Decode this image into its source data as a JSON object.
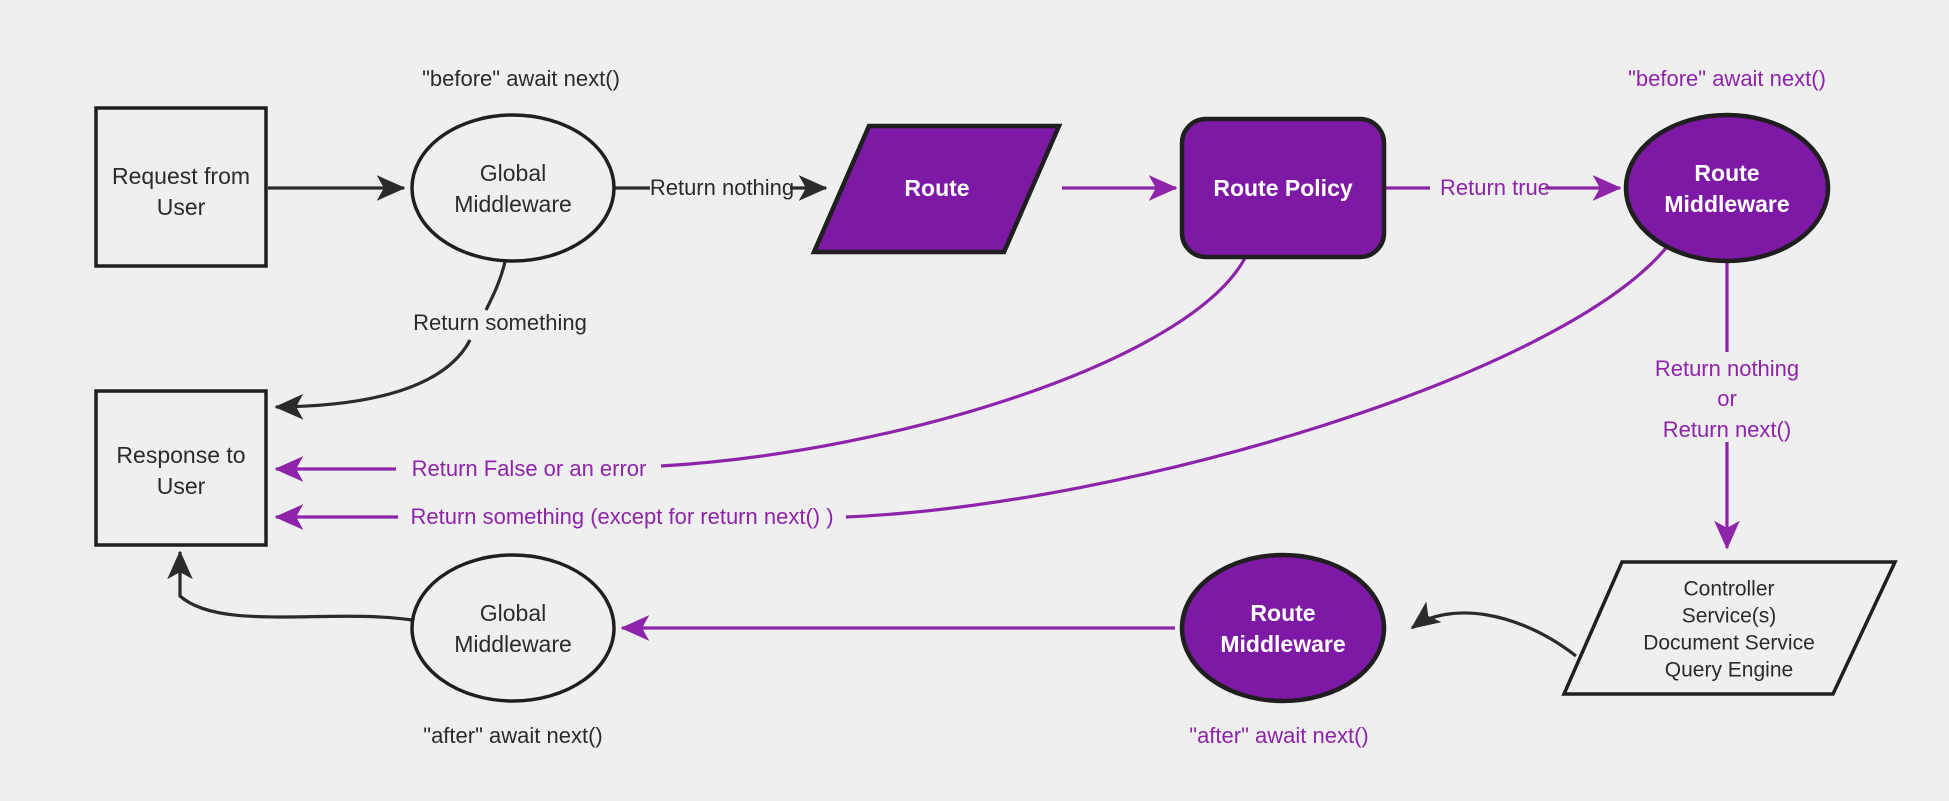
{
  "diagram": {
    "title": "Request lifecycle middleware flow",
    "background_color": "#efefef",
    "accent_color": "#8e24aa",
    "purple_fill": "#7d19a5",
    "dark_color": "#2b2b2b"
  },
  "nodes": {
    "request_from_user": {
      "line1": "Request from",
      "line2": "User",
      "shape": "rectangle",
      "style": "plain"
    },
    "global_middleware_top": {
      "line1": "Global",
      "line2": "Middleware",
      "shape": "ellipse",
      "style": "plain"
    },
    "route": {
      "line1": "Route",
      "shape": "parallelogram",
      "style": "purple"
    },
    "route_policy": {
      "line1": "Route Policy",
      "shape": "rounded-rectangle",
      "style": "purple"
    },
    "route_middleware_top": {
      "line1": "Route",
      "line2": "Middleware",
      "shape": "ellipse",
      "style": "purple"
    },
    "response_to_user": {
      "line1": "Response to",
      "line2": "User",
      "shape": "rectangle",
      "style": "plain"
    },
    "global_middleware_bottom": {
      "line1": "Global",
      "line2": "Middleware",
      "shape": "ellipse",
      "style": "plain"
    },
    "route_middleware_bottom": {
      "line1": "Route",
      "line2": "Middleware",
      "shape": "ellipse",
      "style": "purple"
    },
    "controller_stack": {
      "line1": "Controller",
      "line2": "Service(s)",
      "line3": "Document Service",
      "line4": "Query Engine",
      "shape": "parallelogram",
      "style": "plain"
    }
  },
  "annotations": {
    "before_await_next_global": {
      "text": "\"before\" await next()",
      "color": "dark"
    },
    "before_await_next_route": {
      "text": "\"before\" await next()",
      "color": "purple"
    },
    "after_await_next_global": {
      "text": "\"after\" await next()",
      "color": "dark"
    },
    "after_await_next_route": {
      "text": "\"after\" await next()",
      "color": "purple"
    },
    "return_nothing_or_next": {
      "line1": "Return nothing",
      "line2": "or",
      "line3": "Return next()",
      "color": "purple"
    }
  },
  "edge_labels": {
    "return_nothing": {
      "text": "Return nothing",
      "color": "dark"
    },
    "return_something": {
      "text": "Return something",
      "color": "dark"
    },
    "return_true": {
      "text": "Return true",
      "color": "purple"
    },
    "return_false_or_error": {
      "text": "Return False or an error",
      "color": "purple"
    },
    "return_something_except_next": {
      "text": "Return something (except for return next() )",
      "color": "purple"
    }
  }
}
